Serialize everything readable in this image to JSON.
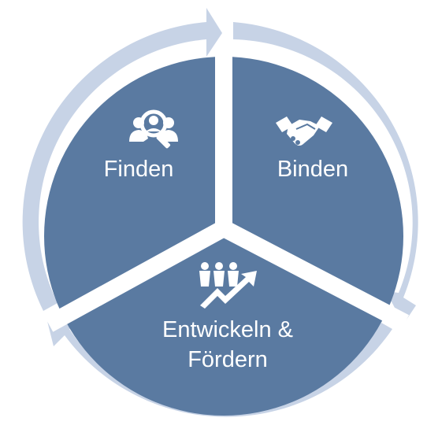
{
  "diagram": {
    "segments": [
      {
        "id": "finden",
        "label_lines": [
          "Finden"
        ],
        "icon": "search-people-icon"
      },
      {
        "id": "binden",
        "label_lines": [
          "Binden"
        ],
        "icon": "handshake-icon"
      },
      {
        "id": "entwickeln",
        "label_lines": [
          "Entwickeln &",
          "Fördern"
        ],
        "icon": "team-growth-icon"
      }
    ],
    "colors": {
      "segment_fill": "#5a7aa1",
      "ring_arrow": "#c7d3e6",
      "divider": "#ffffff",
      "text": "#ffffff"
    }
  }
}
